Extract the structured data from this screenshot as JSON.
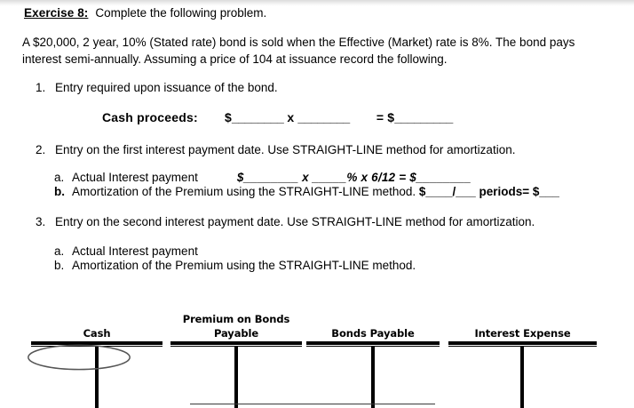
{
  "document": {
    "title": "Exercise 8 Worksheet",
    "exercise_label": "Exercise 8:",
    "exercise_instruction": "Complete the following problem.",
    "problem_statement": "A $20,000, 2 year, 10% (Stated rate) bond is sold when the Effective (Market) rate is 8%. The bond pays interest semi-annually. Assuming a price of 104 at issuance record the following."
  },
  "requirements": [
    {
      "number": "1.",
      "text": "Entry required upon issuance of the bond.",
      "entry_line": {
        "label": "Cash proceeds:",
        "dollar_1": "$",
        "blank_1": "________",
        "operator": "x",
        "blank_2": "________",
        "equals": "= $",
        "blank_3": "_________"
      }
    },
    {
      "number": "2.",
      "text": "Entry on the first interest payment date.  Use STRAIGHT-LINE method for amortization.",
      "items": [
        {
          "letter": "a.",
          "text": "Actual Interest payment",
          "formula": "$________ x _____% x 6/12 = $________"
        },
        {
          "letter": "b.",
          "text": "Amortization of the Premium using the STRAIGHT-LINE method.",
          "formula": "$____/___ periods= $___"
        }
      ]
    },
    {
      "number": "3.",
      "text": "Entry on the second interest payment date. Use STRAIGHT-LINE method for amortization.",
      "items": [
        {
          "letter": "a.",
          "text": "Actual Interest payment",
          "formula": ""
        },
        {
          "letter": "b.",
          "text": "Amortization of the Premium using the STRAIGHT-LINE method.",
          "formula": ""
        }
      ]
    }
  ],
  "t_accounts": [
    {
      "id": "cash",
      "title_line_1": "Cash",
      "title_line_2": "",
      "annotated": true
    },
    {
      "id": "premium-on-bonds-payable",
      "title_line_1": "Premium on Bonds",
      "title_line_2": "Payable",
      "annotated": false
    },
    {
      "id": "bonds-payable",
      "title_line_1": "Bonds Payable",
      "title_line_2": "",
      "annotated": false
    },
    {
      "id": "interest-expense",
      "title_line_1": "Interest Expense",
      "title_line_2": "",
      "annotated": false
    }
  ],
  "annotation": {
    "shape": "ellipse",
    "target": "cash-debit-column",
    "stroke_color": "#555555"
  },
  "colors": {
    "page_background": "#ffffff",
    "ink": "#000000",
    "annotation_ink": "#555555",
    "rule_ink": "#3a3a3a",
    "scan_band_top": "#dcdcdc"
  }
}
